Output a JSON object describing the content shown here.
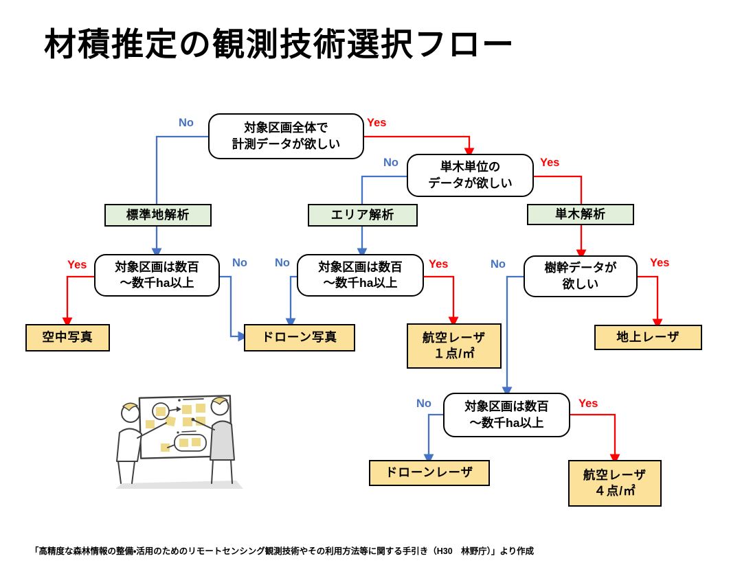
{
  "title": "材積推定の観測技術選択フロー",
  "caption": "「高精度な森林情報の整備・活用のためのリモートセンシング観測技術やその利用方法等に関する手引き（H30　林野庁）」より作成",
  "labels": {
    "yes": "Yes",
    "no": "No"
  },
  "colors": {
    "yes_red": "#ff0000",
    "no_blue": "#4472c4",
    "result_yellow": "#fbe199",
    "category_green": "#e2efda",
    "border_black": "#000000"
  },
  "nodes": {
    "q_whole_area": {
      "type": "decision",
      "label": "対象区画全体で\n計測データが欲しい"
    },
    "q_single_tree": {
      "type": "decision",
      "label": "単木単位の\nデータが欲しい"
    },
    "cat_standard": {
      "type": "category",
      "label": "標準地解析"
    },
    "cat_area": {
      "type": "category",
      "label": "エリア解析"
    },
    "cat_single_tree": {
      "type": "category",
      "label": "単木解析"
    },
    "q_size_left": {
      "type": "decision",
      "label": "対象区画は数百\n～数千ha以上"
    },
    "q_size_mid": {
      "type": "decision",
      "label": "対象区画は数百\n～数千ha以上"
    },
    "q_trunk": {
      "type": "decision",
      "label": "樹幹データが\n欲しい"
    },
    "r_aerial_photo": {
      "type": "result",
      "label": "空中写真"
    },
    "r_drone_photo": {
      "type": "result",
      "label": "ドローン写真"
    },
    "r_air_laser_1": {
      "type": "result",
      "label": "航空レーザ\n１点/㎡"
    },
    "r_ground_laser": {
      "type": "result",
      "label": "地上レーザ"
    },
    "q_size_bottom": {
      "type": "decision",
      "label": "対象区画は数百\n～数千ha以上"
    },
    "r_drone_laser": {
      "type": "result",
      "label": "ドローンレーザ"
    },
    "r_air_laser_4": {
      "type": "result",
      "label": "航空レーザ\n４点/㎡"
    }
  },
  "illustration": {
    "description": "two-people-discussing-flow-on-whiteboard-with-sticky-notes"
  }
}
